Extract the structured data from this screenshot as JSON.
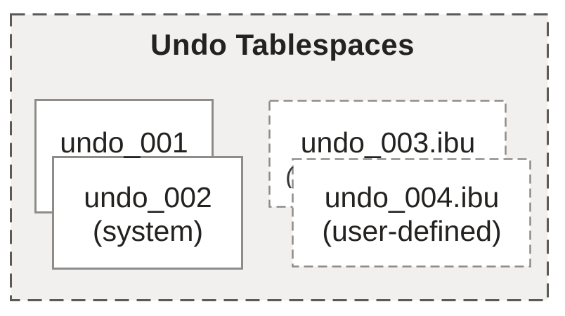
{
  "diagram": {
    "title": "Undo Tablespaces",
    "boxes": [
      {
        "name": "undo_001",
        "line1": "undo_001",
        "line2": "",
        "border_style": "solid"
      },
      {
        "name": "undo_002",
        "line1": "undo_002",
        "line2": "(system)",
        "border_style": "solid"
      },
      {
        "name": "undo_003",
        "line1": "undo_003.ibu",
        "line2": "",
        "border_style": "dashed"
      },
      {
        "name": "undo_004",
        "line1": "undo_004.ibu",
        "line2": "(user-defined)",
        "border_style": "dashed"
      }
    ],
    "clipped_paren_artifact": "(",
    "colors": {
      "page_background": "#ffffff",
      "container_fill": "#f1f0ee",
      "container_border": "#5c5a56",
      "box_fill": "#ffffff",
      "box_border": "#8d8c8a",
      "text": "#232220"
    }
  }
}
